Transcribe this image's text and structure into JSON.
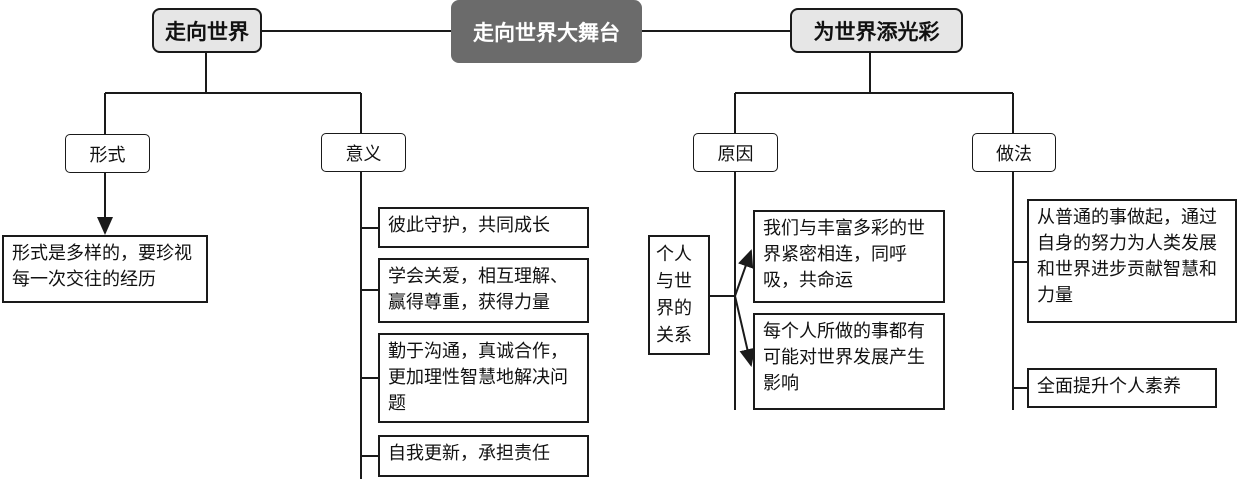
{
  "root": {
    "title": "走向世界大舞台"
  },
  "left_branch": {
    "title": "走向世界",
    "categories": [
      {
        "label": "形式",
        "items": [
          "形式是多样的，要珍视每一次交往的经历"
        ]
      },
      {
        "label": "意义",
        "items": [
          "彼此守护，共同成长",
          "学会关爱，相互理解、赢得尊重，获得力量",
          "勤于沟通，真诚合作，更加理性智慧地解决问题",
          "自我更新，承担责任"
        ]
      }
    ]
  },
  "right_branch": {
    "title": "为世界添光彩",
    "categories": [
      {
        "label": "原因",
        "sub_label": "个人与世界的关系",
        "items": [
          "我们与丰富多彩的世界紧密相连，同呼吸，共命运",
          "每个人所做的事都有可能对世界发展产生影响"
        ]
      },
      {
        "label": "做法",
        "items": [
          "从普通的事做起，通过自身的努力为人类发展和世界进步贡献智慧和力量",
          "全面提升个人素养"
        ]
      }
    ]
  },
  "colors": {
    "root_bg": "#6b6b6b",
    "branch_bg": "#e6e6e6",
    "line": "#1a1a1a"
  }
}
